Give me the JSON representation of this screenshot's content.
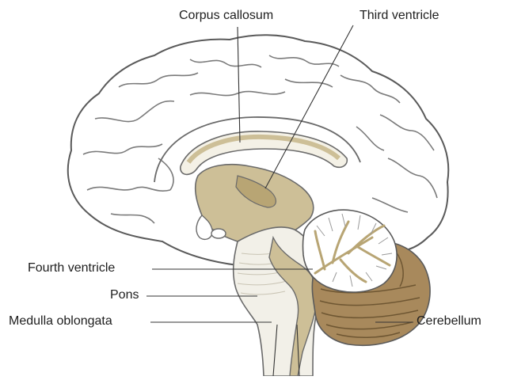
{
  "diagram": {
    "labels": {
      "corpus_callosum": "Corpus callosum",
      "third_ventricle": "Third ventricle",
      "fourth_ventricle": "Fourth ventricle",
      "pons": "Pons",
      "medulla_oblongata": "Medulla oblongata",
      "cerebellum": "Cerebellum"
    },
    "colors": {
      "brain_fill": "#ffffff",
      "outline": "#5a5a5a",
      "structure_fill": "#cdbf97",
      "structure_dark": "#b8a574",
      "brainstem_fill": "#f2f0e8",
      "cerebellum_fill": "#a8895c",
      "leader_line": "#333333"
    }
  }
}
